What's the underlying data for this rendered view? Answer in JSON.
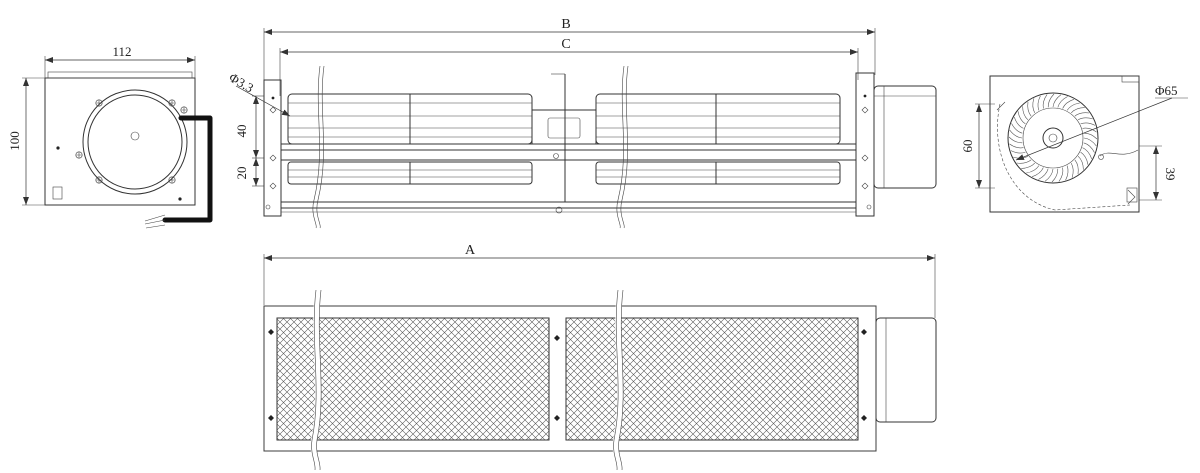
{
  "dimensions": {
    "side_width": "112",
    "side_height": "100",
    "top_B": "B",
    "top_C": "C",
    "hole_dia": "Φ3.3",
    "outlet_40": "40",
    "outlet_20": "20",
    "impeller_dia": "Φ65",
    "end_60": "60",
    "end_39": "39",
    "bottom_A": "A"
  },
  "colors": {
    "line": "#333333",
    "mesh": "#555555",
    "wire": "#111111"
  }
}
